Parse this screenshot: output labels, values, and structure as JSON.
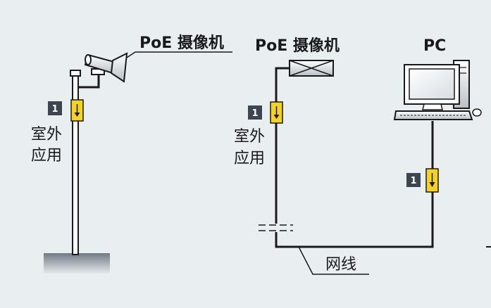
{
  "labels": {
    "camera_left": "PoE 摄像机",
    "camera_mid": "PoE 摄像机",
    "pc": "PC",
    "outdoor_left_line1": "室外",
    "outdoor_left_line2": "应用",
    "outdoor_mid_line1": "室外",
    "outdoor_mid_line2": "应用",
    "cable": "网线"
  },
  "badges": {
    "left": "1",
    "mid": "1",
    "right": "1"
  },
  "colors": {
    "background": "#e9eef1",
    "line": "#1a1a1a",
    "protector_yellow": "#f5d320",
    "badge_bg": "#3c4650",
    "ground": "#7f8b94"
  },
  "icons": {
    "protector": "surge-protector-icon",
    "camera_bullet": "bullet-camera-icon",
    "camera_box": "box-camera-icon",
    "pc": "desktop-pc-icon"
  }
}
